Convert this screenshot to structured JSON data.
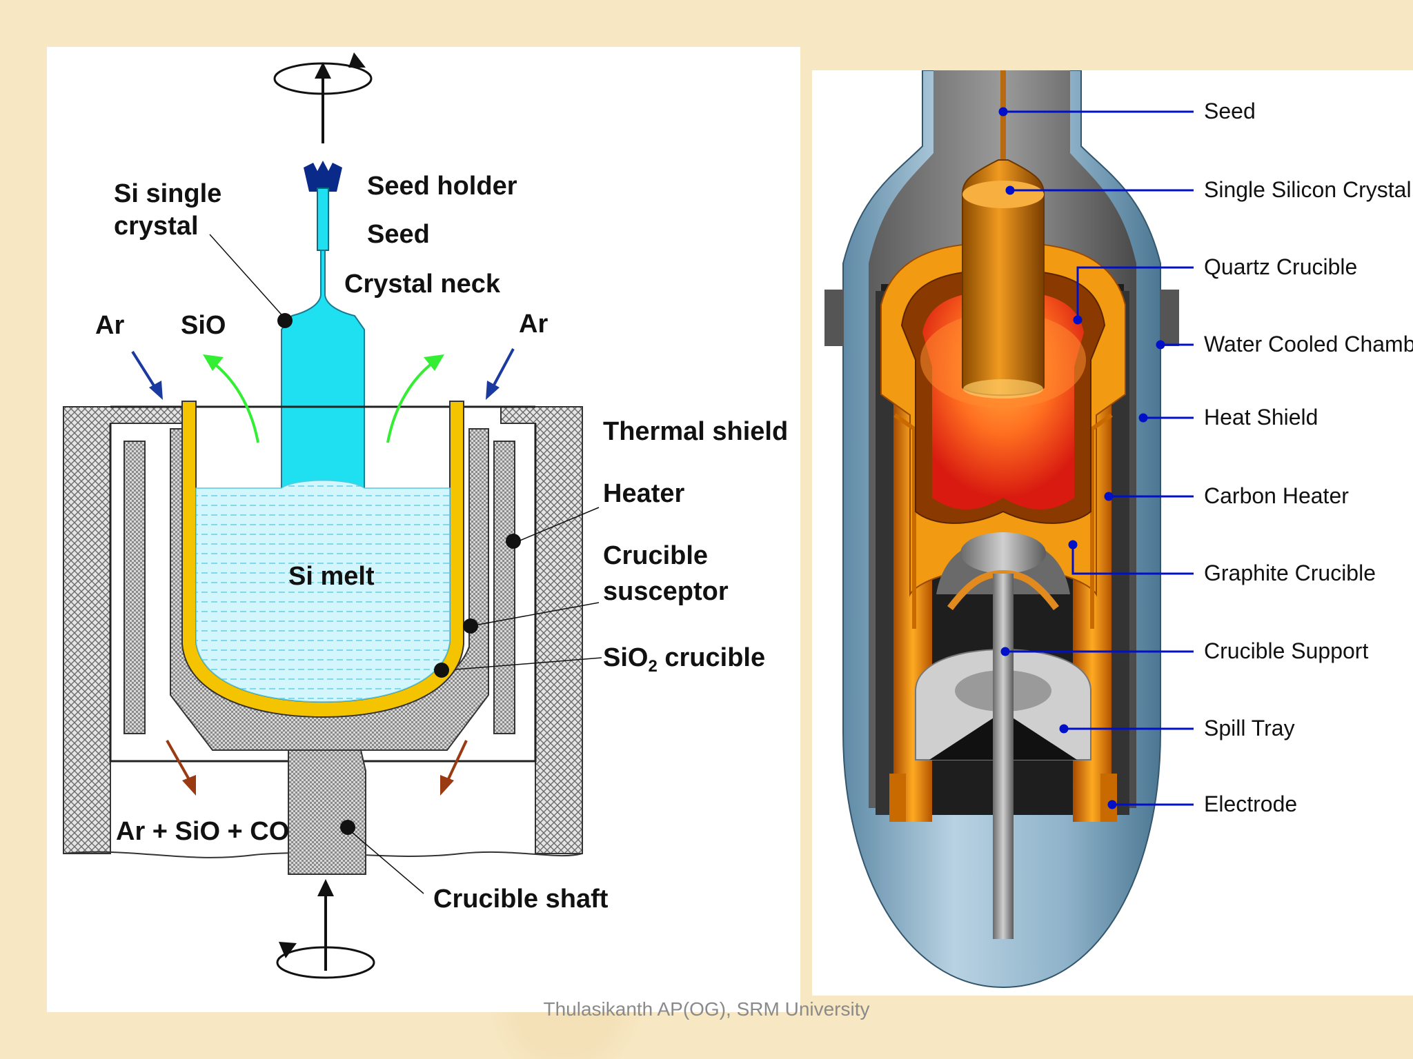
{
  "left_diagram": {
    "labels": {
      "seed_holder": "Seed holder",
      "seed": "Seed",
      "crystal_neck": "Crystal neck",
      "si_single": "Si single",
      "crystal": "crystal",
      "ar_left": "Ar",
      "sio": "SiO",
      "ar_right": "Ar",
      "thermal_shield": "Thermal shield",
      "heater": "Heater",
      "crucible": "Crucible",
      "susceptor": "susceptor",
      "sio2_main": "SiO",
      "sio2_sub": "2",
      "sio2_tail": " crucible",
      "si_melt": "Si melt",
      "exhaust": "Ar + SiO + CO",
      "crucible_shaft": "Crucible shaft"
    }
  },
  "right_diagram": {
    "labels": [
      "Seed",
      "Single Silicon Crystal",
      "Quartz Crucible",
      "Water Cooled Chamber",
      "Heat Shield",
      "Carbon Heater",
      "Graphite Crucible",
      "Crucible Support",
      "Spill Tray",
      "Electrode"
    ]
  },
  "colors": {
    "crystal": "#1ee0f0",
    "melt": "#c8f4fb",
    "crucible_yellow": "#f5c400",
    "gas_green": "#33ee33",
    "ar_arrow": "#1a3aa0",
    "exhaust_arrow": "#9a3a12",
    "leader_blue": "#0010c8"
  },
  "footer": "Thulasikanth AP(OG), SRM University"
}
